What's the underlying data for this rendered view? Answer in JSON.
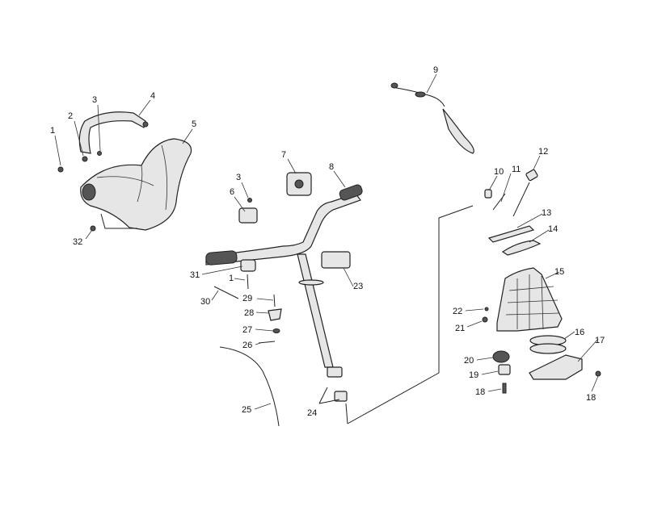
{
  "callouts": [
    "1",
    "2",
    "3",
    "4",
    "5",
    "32",
    "9",
    "10",
    "11",
    "12",
    "13",
    "14",
    "3",
    "6",
    "7",
    "8",
    "31",
    "1",
    "29",
    "30",
    "28",
    "27",
    "26",
    "25",
    "23",
    "24",
    "15",
    "22",
    "21",
    "16",
    "17",
    "20",
    "19",
    "18",
    "18"
  ]
}
